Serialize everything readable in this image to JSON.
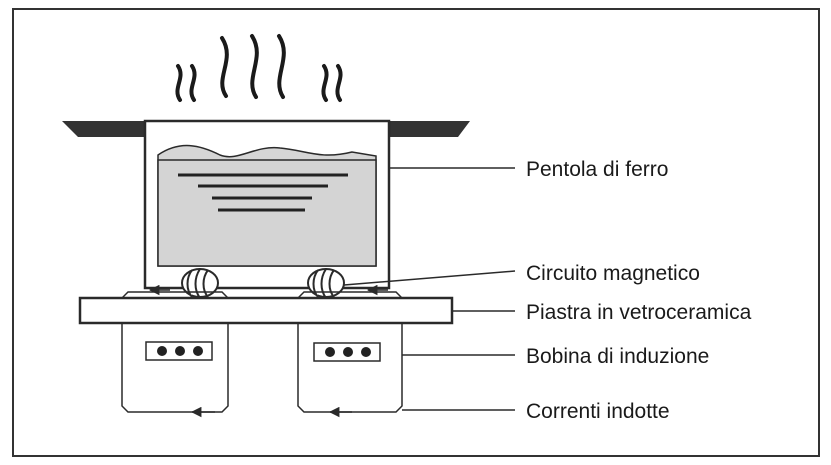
{
  "labels": {
    "pot": "Pentola di ferro",
    "magnetic_circuit": "Circuito magnetico",
    "glass_plate": "Piastra in vetroceramica",
    "coil": "Bobina di induzione",
    "induced_currents": "Correnti indotte"
  },
  "colors": {
    "stroke": "#2a2a2a",
    "liquid": "#d4d4d4",
    "pot_rim": "#333333"
  },
  "icons": {
    "steam": "steam-wave-icon",
    "coil_winding": "coil-winding-icon",
    "coil_terminal": "coil-terminal-icon",
    "current_arrow": "arrow-icon"
  }
}
